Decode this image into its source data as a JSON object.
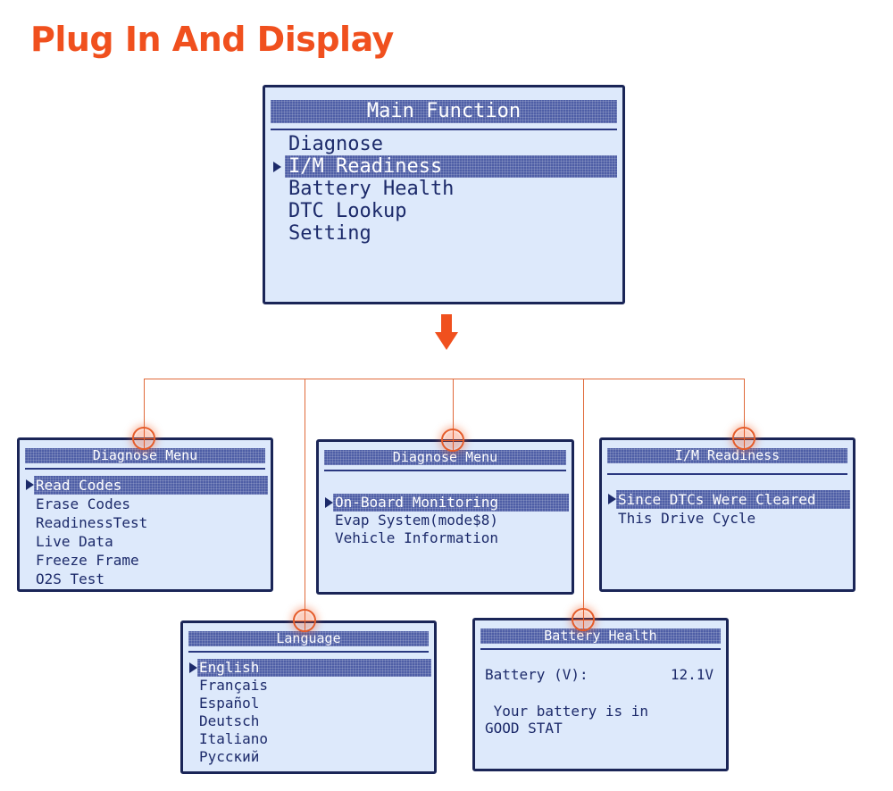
{
  "page": {
    "title": "Plug In And Display"
  },
  "main_screen": {
    "title": "Main Function",
    "items": [
      "Diagnose",
      "I/M Readiness",
      "Battery Health",
      "DTC Lookup",
      "Setting"
    ],
    "selected": "I/M Readiness"
  },
  "diagnose_menu_1": {
    "title": "Diagnose Menu",
    "items": [
      "Read Codes",
      "Erase Codes",
      "ReadinessTest",
      "Live Data",
      "Freeze Frame",
      "O2S Test"
    ],
    "selected": "Read Codes"
  },
  "diagnose_menu_2": {
    "title": "Diagnose Menu",
    "items": [
      "On-Board Monitoring",
      "Evap System(mode$8)",
      "Vehicle Information"
    ],
    "selected": "On-Board Monitoring"
  },
  "im_readiness": {
    "title": "I/M Readiness",
    "items": [
      "Since DTCs Were Cleared",
      "This Drive Cycle"
    ],
    "selected": "Since DTCs Were Cleared"
  },
  "language": {
    "title": "Language",
    "items": [
      "English",
      "Français",
      "Español",
      "Deutsch",
      "Italiano",
      "Русский"
    ],
    "selected": "English"
  },
  "battery_health": {
    "title": "Battery Health",
    "label": "Battery (V):",
    "value": "12.1V",
    "message_line1": " Your battery is in",
    "message_line2": "GOOD STAT"
  },
  "colors": {
    "accent": "#f0501e",
    "screen_bg": "#dde9fb",
    "screen_ink": "#1c2a6a",
    "highlight": "#4e5ea6"
  }
}
